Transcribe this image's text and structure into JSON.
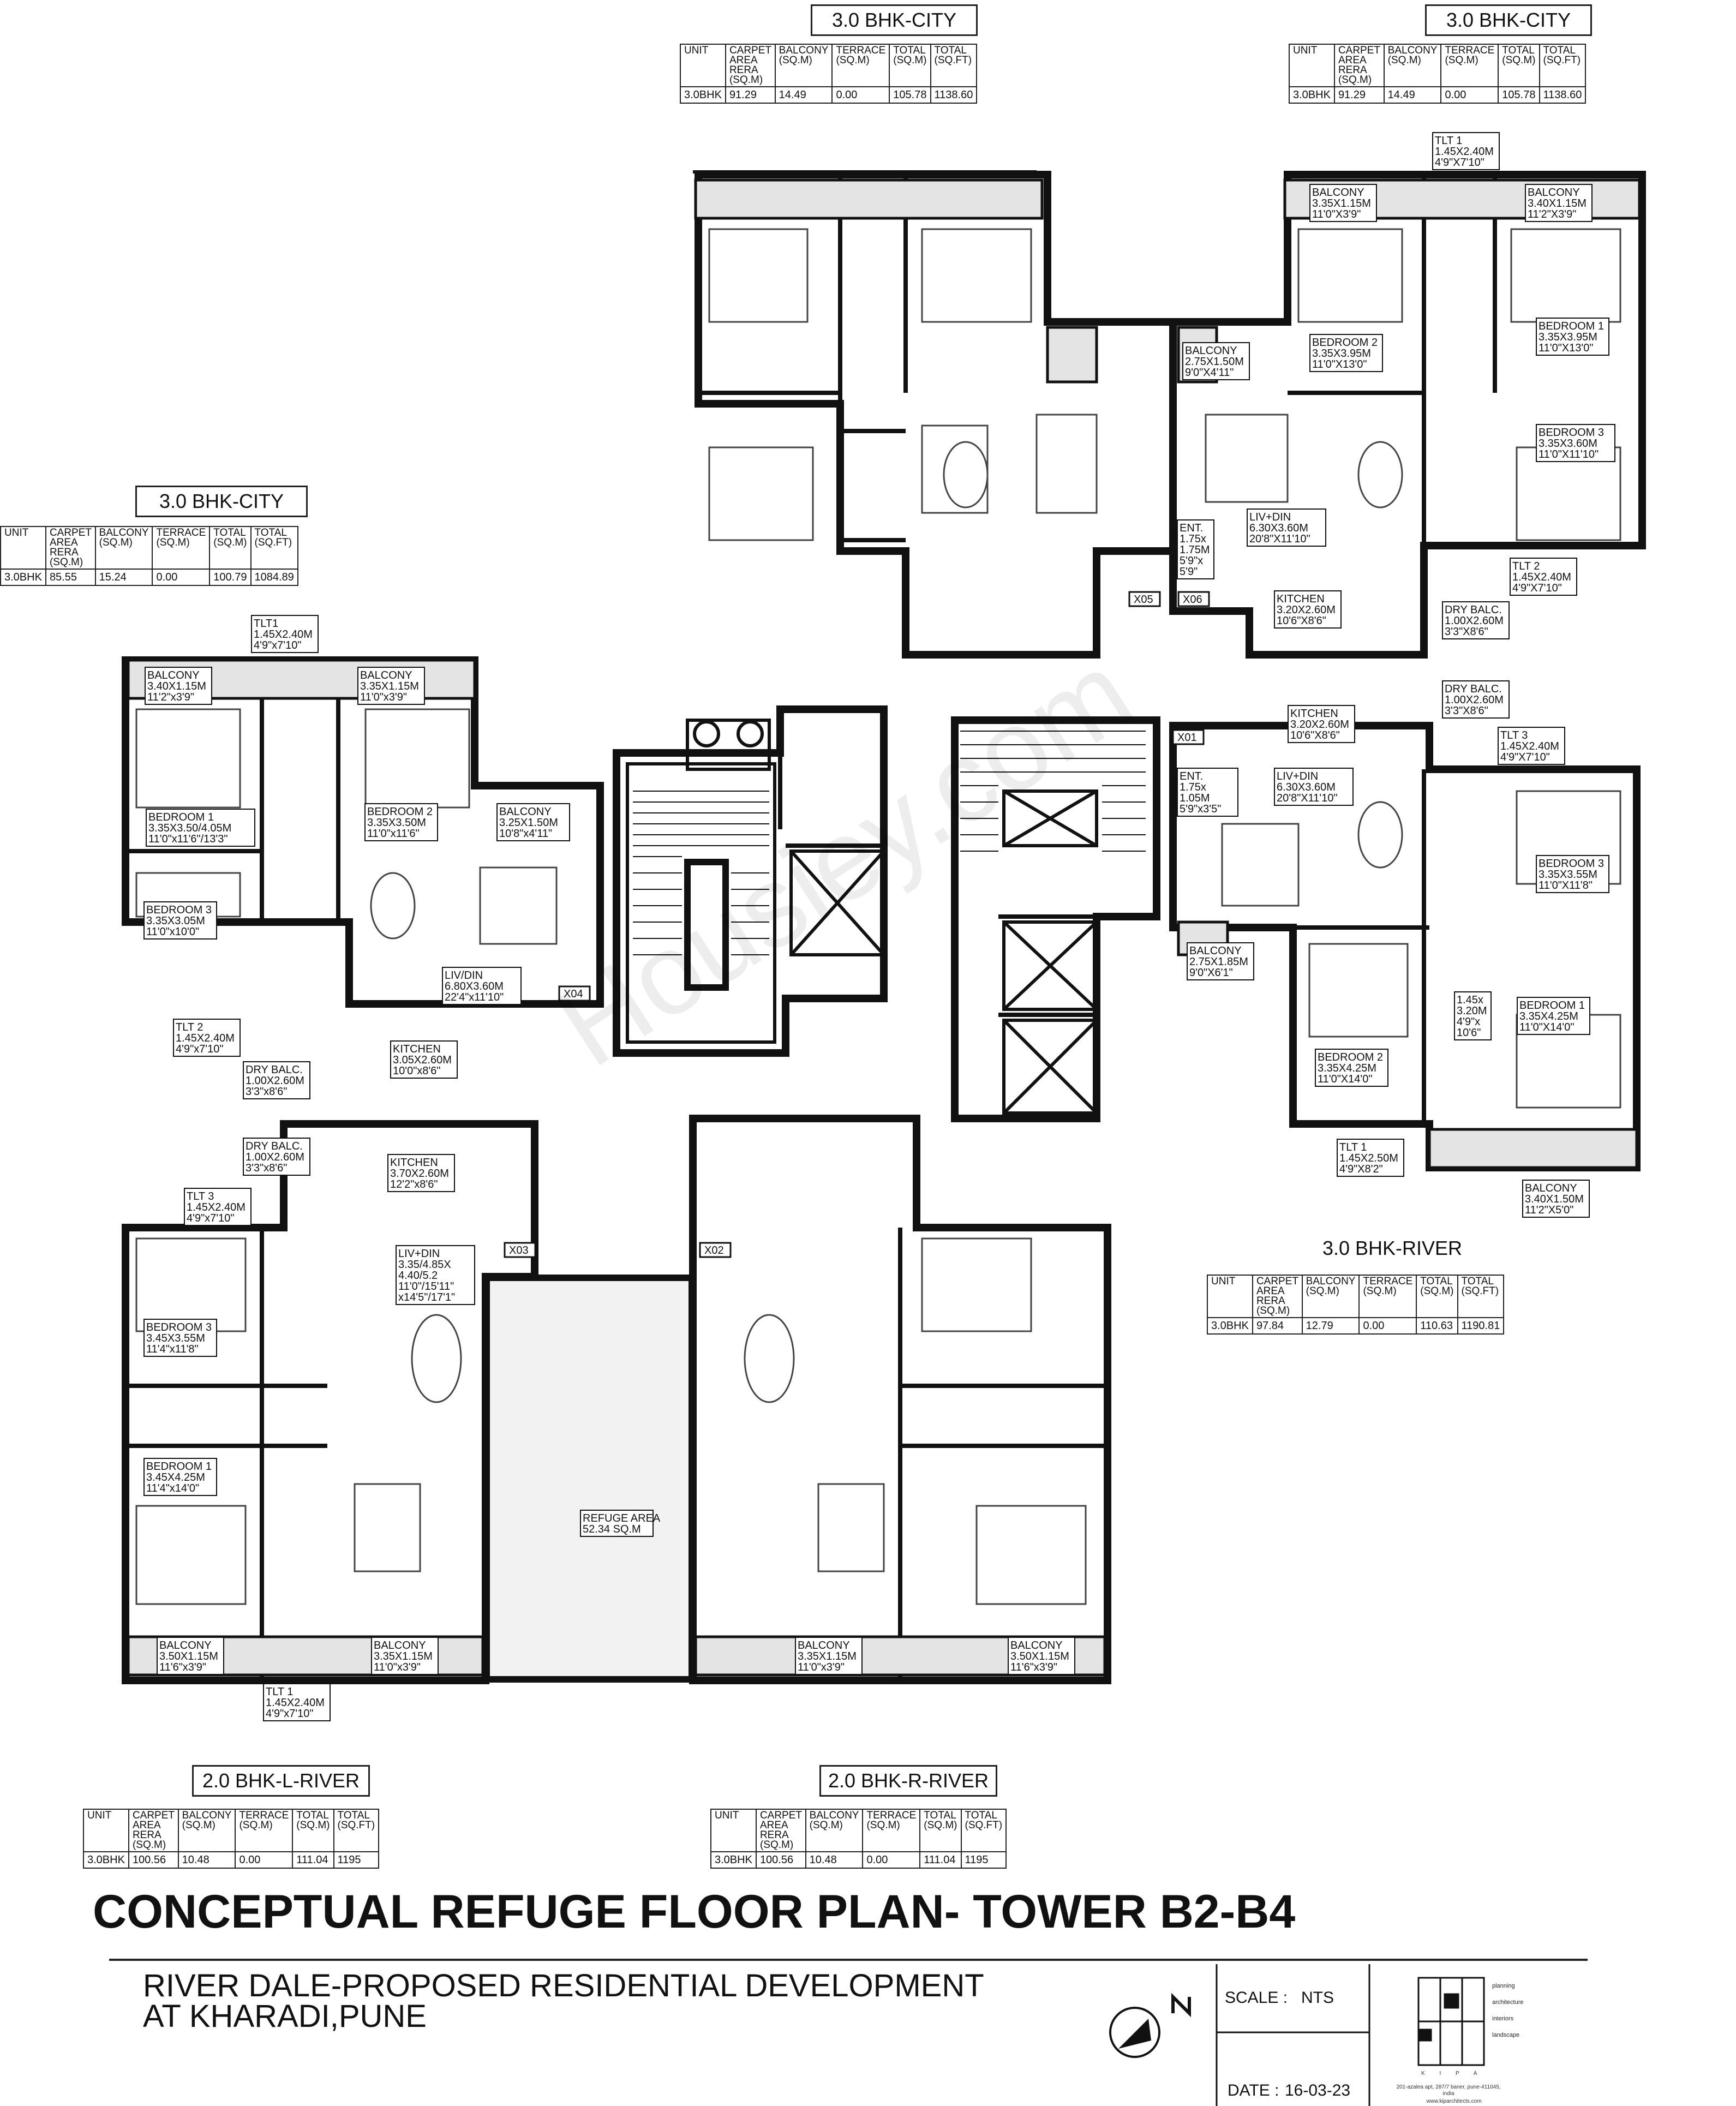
{
  "title": "CONCEPTUAL REFUGE FLOOR PLAN- TOWER B2-B4",
  "subtitle_lines": [
    "RIVER DALE-PROPOSED RESIDENTIAL DEVELOPMENT",
    "AT KHARADI,PUNE"
  ],
  "scale_label": "SCALE :",
  "scale_value": "NTS",
  "date_label": "DATE :",
  "date_value": "16-03-23",
  "firm": {
    "logo_letters": "K I P A",
    "services": [
      "planning",
      "architecture",
      "interiors",
      "landscape"
    ],
    "address": "201-azalea apt, 287/7 baner, pune-411045, india",
    "website": "www.kiparchitects.com"
  },
  "watermark": "Housiey.com",
  "north_icon": "north-arrow-icon",
  "table_headers": [
    "UNIT",
    "CARPET AREA\nRERA (SQ.M)",
    "BALCONY\n(SQ.M)",
    "TERRACE\n(SQ.M)",
    "TOTAL\n(SQ.M)",
    "TOTAL\n(SQ.FT)"
  ],
  "unit_tables": [
    {
      "id": "t1",
      "title": "3.0 BHK-CITY",
      "values": [
        "3.0BHK",
        "91.29",
        "14.49",
        "0.00",
        "105.78",
        "1138.60"
      ]
    },
    {
      "id": "t2",
      "title": "3.0 BHK-CITY",
      "values": [
        "3.0BHK",
        "91.29",
        "14.49",
        "0.00",
        "105.78",
        "1138.60"
      ]
    },
    {
      "id": "t3",
      "title": "3.0 BHK-CITY",
      "values": [
        "3.0BHK",
        "85.55",
        "15.24",
        "0.00",
        "100.79",
        "1084.89"
      ]
    },
    {
      "id": "t4",
      "title": "3.0 BHK-RIVER",
      "values": [
        "3.0BHK",
        "97.84",
        "12.79",
        "0.00",
        "110.63",
        "1190.81"
      ]
    },
    {
      "id": "t5",
      "title": "2.0 BHK-L-RIVER",
      "values": [
        "3.0BHK",
        "100.56",
        "10.48",
        "0.00",
        "111.04",
        "1195"
      ]
    },
    {
      "id": "t6",
      "title": "2.0 BHK-R-RIVER",
      "values": [
        "3.0BHK",
        "100.56",
        "10.48",
        "0.00",
        "111.04",
        "1195"
      ]
    }
  ],
  "room_labels": [
    "TLT 1|1.45X2.40M|4'9\"X7'10\"",
    "BALCONY|3.35X1.15M|11'0\"X3'9\"",
    "BALCONY|3.40X1.15M|11'2\"X3'9\"",
    "BALCONY|2.75X1.50M|9'0\"X4'11\"",
    "BEDROOM 2|3.35X3.95M|11'0\"X13'0\"",
    "BEDROOM 1|3.35X3.95M|11'0\"X13'0\"",
    "BEDROOM 3|3.35X3.60M|11'0\"X11'10\"",
    "ENT.|1.75x|1.75M|5'9\"x|5'9\"",
    "LIV+DIN|6.30X3.60M|20'8\"X11'10\"",
    "TLT 2|1.45X2.40M|4'9\"X7'10\"",
    "KITCHEN|3.20X2.60M|10'6\"X8'6\"",
    "DRY BALC.|1.00X2.60M|3'3\"X8'6\"",
    "DRY BALC.|1.00X2.60M|3'3\"X8'6\"",
    "KITCHEN|3.20X2.60M|10'6\"X8'6\"",
    "TLT 3|1.45X2.40M|4'9\"X7'10\"",
    "ENT.|1.75x|1.05M|5'9\"x3'5\"",
    "LIV+DIN|6.30X3.60M|20'8\"X11'10\"",
    "BEDROOM 3|3.35X3.55M|11'0\"X11'8\"",
    "BALCONY|2.75X1.85M|9'0\"X6'1\"",
    "1.45x|3.20M|4'9\"x|10'6\"",
    "BEDROOM 1|3.35X4.25M|11'0\"X14'0\"",
    "BEDROOM 2|3.35X4.25M|11'0\"X14'0\"",
    "TLT 1|1.45X2.50M|4'9\"X8'2\"",
    "BALCONY|3.40X1.50M|11'2\"X5'0\"",
    "TLT1|1.45X2.40M|4'9\"x7'10\"",
    "BALCONY|3.40X1.15M|11'2\"x3'9\"",
    "BALCONY|3.35X1.15M|11'0\"x3'9\"",
    "BEDROOM 1|3.35X3.50/4.05M|11'0\"x11'6\"/13'3\"",
    "BEDROOM 2|3.35X3.50M|11'0\"x11'6\"",
    "BALCONY|3.25X1.50M|10'8\"x4'11\"",
    "BEDROOM 3|3.35X3.05M|11'0\"x10'0\"",
    "LIV/DIN|6.80X3.60M|22'4\"x11'10\"",
    "TLT 2|1.45X2.40M|4'9\"x7'10\"",
    "KITCHEN|3.05X2.60M|10'0\"x8'6\"",
    "DRY BALC.|1.00X2.60M|3'3\"x8'6\"",
    "DRY BALC.|1.00X2.60M|3'3\"x8'6\"",
    "KITCHEN|3.70X2.60M|12'2\"x8'6\"",
    "TLT 3|1.45X2.40M|4'9\"x7'10\"",
    "LIV+DIN|3.35/4.85X|4.40/5.2|11'0\"/15'11\"|x14'5\"/17'1\"",
    "BEDROOM 3|3.45X3.55M|11'4\"x11'8\"",
    "BEDROOM 1|3.45X4.25M|11'4\"x14'0\"",
    "REFUGE AREA|52.34 SQ.M",
    "BALCONY|3.50X1.15M|11'6\"x3'9\"",
    "BALCONY|3.35X1.15M|11'0\"x3'9\"",
    "TLT 1|1.45X2.40M|4'9\"x7'10\"",
    "BALCONY|3.35X1.15M|11'0\"x3'9\"",
    "BALCONY|3.50X1.15M|11'6\"x3'9\""
  ],
  "tags": [
    "X05",
    "X06",
    "X01",
    "X04",
    "X03",
    "X02"
  ]
}
